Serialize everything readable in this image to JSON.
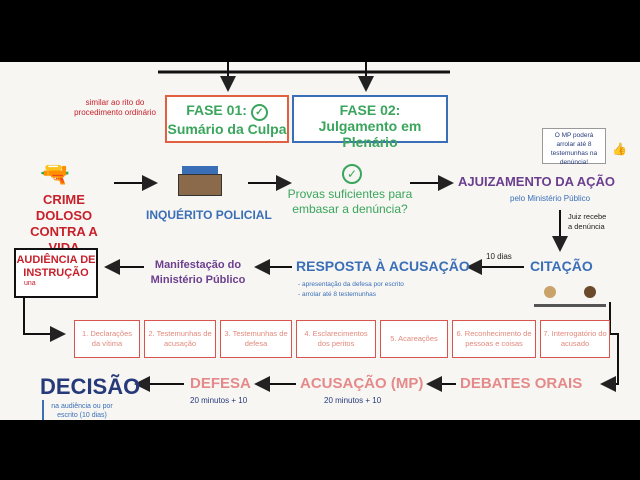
{
  "phases": {
    "note_left": "similar ao rito do procedimento ordinário",
    "fase1_title": "FASE 01:",
    "fase1_sub": "Sumário da Culpa",
    "fase2_title": "FASE 02:",
    "fase2_sub": "Julgamento em Plenário"
  },
  "flow_top": {
    "crime": "CRIME DOLOSO CONTRA A VIDA",
    "inquerito": "INQUÉRITO POLICIAL",
    "provas": "Provas suficientes para embasar a denúncia?",
    "ajuizamento": "AJUIZAMENTO DA AÇÃO",
    "ajuizamento_sub": "pelo Ministério Público",
    "mp_note": "O MP poderá arrolar até 8 testemunhas na denúncia!"
  },
  "flow_mid": {
    "juiz_note": "Juiz recebe a denúncia",
    "dias": "10 dias",
    "citacao": "CITAÇÃO",
    "resposta": "RESPOSTA À ACUSAÇÃO",
    "resposta_b1": "- apresentação da defesa por escrito",
    "resposta_b2": "- arrolar até 8 testemunhas",
    "manifestacao": "Manifestação do Ministério Público",
    "audiencia": "AUDIÊNCIA DE INSTRUÇÃO",
    "audiencia_sub": "una"
  },
  "steps": [
    "1. Declarações da vítima",
    "2. Testemunhas de acusação",
    "3. Testemunhas de defesa",
    "4. Esclarecimentos dos peritos",
    "5. Acareações",
    "6. Reconhecimento de pessoas e coisas",
    "7. Interrogatório do acusado"
  ],
  "flow_bottom": {
    "debates": "DEBATES ORAIS",
    "acusacao": "ACUSAÇÃO (MP)",
    "acusacao_time": "20 minutos + 10",
    "defesa": "DEFESA",
    "defesa_time": "20 minutos + 10",
    "decisao": "DECISÃO",
    "decisao_sub": "na audiência ou por escrito (10 dias)"
  },
  "colors": {
    "red": "#c8202b",
    "blue": "#3a6fb7",
    "green": "#3aa55c",
    "purple": "#6b3f8e",
    "pink": "#e58a8a",
    "navy": "#263a7a"
  }
}
